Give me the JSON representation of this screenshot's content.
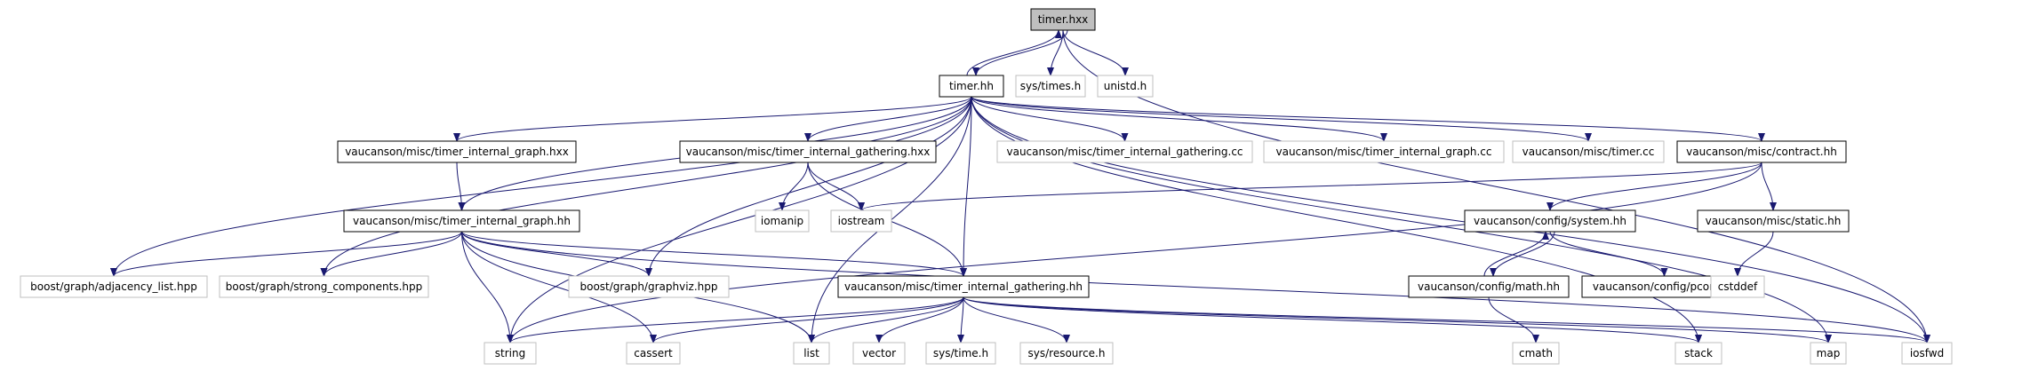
{
  "nodes": [
    {
      "id": "timer_hxx",
      "label": "timer.hxx",
      "kind": "root"
    },
    {
      "id": "timer_hh",
      "label": "timer.hh",
      "kind": "normal"
    },
    {
      "id": "sys_times_h",
      "label": "sys/times.h",
      "kind": "external"
    },
    {
      "id": "unistd_h",
      "label": "unistd.h",
      "kind": "external"
    },
    {
      "id": "tig_hxx",
      "label": "vaucanson/misc/timer_internal_graph.hxx",
      "kind": "normal"
    },
    {
      "id": "tigath_hxx",
      "label": "vaucanson/misc/timer_internal_gathering.hxx",
      "kind": "normal"
    },
    {
      "id": "tigath_cc",
      "label": "vaucanson/misc/timer_internal_gathering.cc",
      "kind": "external"
    },
    {
      "id": "tig_cc",
      "label": "vaucanson/misc/timer_internal_graph.cc",
      "kind": "external"
    },
    {
      "id": "timer_cc",
      "label": "vaucanson/misc/timer.cc",
      "kind": "external"
    },
    {
      "id": "contract_hh",
      "label": "vaucanson/misc/contract.hh",
      "kind": "normal"
    },
    {
      "id": "iomanip",
      "label": "iomanip",
      "kind": "external"
    },
    {
      "id": "iostream",
      "label": "iostream",
      "kind": "external"
    },
    {
      "id": "tig_hh",
      "label": "vaucanson/misc/timer_internal_graph.hh",
      "kind": "normal"
    },
    {
      "id": "system_hh",
      "label": "vaucanson/config/system.hh",
      "kind": "normal"
    },
    {
      "id": "static_hh",
      "label": "vaucanson/misc/static.hh",
      "kind": "normal"
    },
    {
      "id": "adjacency",
      "label": "boost/graph/adjacency_list.hpp",
      "kind": "external"
    },
    {
      "id": "strong",
      "label": "boost/graph/strong_components.hpp",
      "kind": "external"
    },
    {
      "id": "graphviz",
      "label": "boost/graph/graphviz.hpp",
      "kind": "external"
    },
    {
      "id": "tigath_hh",
      "label": "vaucanson/misc/timer_internal_gathering.hh",
      "kind": "normal"
    },
    {
      "id": "math_hh",
      "label": "vaucanson/config/math.hh",
      "kind": "normal"
    },
    {
      "id": "pconf_hh",
      "label": "vaucanson/config/pconf.hh",
      "kind": "normal"
    },
    {
      "id": "cstddef",
      "label": "cstddef",
      "kind": "external"
    },
    {
      "id": "string",
      "label": "string",
      "kind": "external"
    },
    {
      "id": "cassert",
      "label": "cassert",
      "kind": "external"
    },
    {
      "id": "list",
      "label": "list",
      "kind": "external"
    },
    {
      "id": "vector",
      "label": "vector",
      "kind": "external"
    },
    {
      "id": "sys_time_h",
      "label": "sys/time.h",
      "kind": "external"
    },
    {
      "id": "sys_resource_h",
      "label": "sys/resource.h",
      "kind": "external"
    },
    {
      "id": "cmath",
      "label": "cmath",
      "kind": "external"
    },
    {
      "id": "stack",
      "label": "stack",
      "kind": "external"
    },
    {
      "id": "map",
      "label": "map",
      "kind": "external"
    },
    {
      "id": "iosfwd",
      "label": "iosfwd",
      "kind": "external"
    }
  ],
  "edges": [
    [
      "timer_hxx",
      "timer_hh"
    ],
    [
      "timer_hh",
      "timer_hxx"
    ],
    [
      "timer_hxx",
      "sys_times_h"
    ],
    [
      "timer_hxx",
      "unistd_h"
    ],
    [
      "timer_hxx",
      "iosfwd"
    ],
    [
      "timer_hh",
      "tig_hxx"
    ],
    [
      "timer_hh",
      "tigath_hxx"
    ],
    [
      "timer_hh",
      "tigath_cc"
    ],
    [
      "timer_hh",
      "tig_cc"
    ],
    [
      "timer_hh",
      "timer_cc"
    ],
    [
      "timer_hh",
      "contract_hh"
    ],
    [
      "timer_hh",
      "tig_hh"
    ],
    [
      "timer_hh",
      "tigath_hh"
    ],
    [
      "timer_hh",
      "adjacency"
    ],
    [
      "timer_hh",
      "strong"
    ],
    [
      "timer_hh",
      "graphviz"
    ],
    [
      "timer_hh",
      "string"
    ],
    [
      "timer_hh",
      "list"
    ],
    [
      "timer_hh",
      "stack"
    ],
    [
      "timer_hh",
      "map"
    ],
    [
      "timer_hh",
      "iosfwd"
    ],
    [
      "tig_hxx",
      "tig_hh"
    ],
    [
      "tigath_hxx",
      "iomanip"
    ],
    [
      "tigath_hxx",
      "iostream"
    ],
    [
      "tigath_hxx",
      "tigath_hh"
    ],
    [
      "contract_hh",
      "iostream"
    ],
    [
      "contract_hh",
      "string"
    ],
    [
      "contract_hh",
      "system_hh"
    ],
    [
      "contract_hh",
      "static_hh"
    ],
    [
      "system_hh",
      "math_hh"
    ],
    [
      "math_hh",
      "system_hh"
    ],
    [
      "system_hh",
      "pconf_hh"
    ],
    [
      "static_hh",
      "cstddef"
    ],
    [
      "math_hh",
      "cmath"
    ],
    [
      "tig_hh",
      "adjacency"
    ],
    [
      "tig_hh",
      "strong"
    ],
    [
      "tig_hh",
      "graphviz"
    ],
    [
      "tig_hh",
      "tigath_hh"
    ],
    [
      "tig_hh",
      "string"
    ],
    [
      "tig_hh",
      "cassert"
    ],
    [
      "tig_hh",
      "list"
    ],
    [
      "tig_hh",
      "iosfwd"
    ],
    [
      "tigath_hh",
      "string"
    ],
    [
      "tigath_hh",
      "cassert"
    ],
    [
      "tigath_hh",
      "list"
    ],
    [
      "tigath_hh",
      "vector"
    ],
    [
      "tigath_hh",
      "sys_time_h"
    ],
    [
      "tigath_hh",
      "sys_resource_h"
    ],
    [
      "tigath_hh",
      "stack"
    ],
    [
      "tigath_hh",
      "map"
    ],
    [
      "tigath_hh",
      "iosfwd"
    ]
  ]
}
